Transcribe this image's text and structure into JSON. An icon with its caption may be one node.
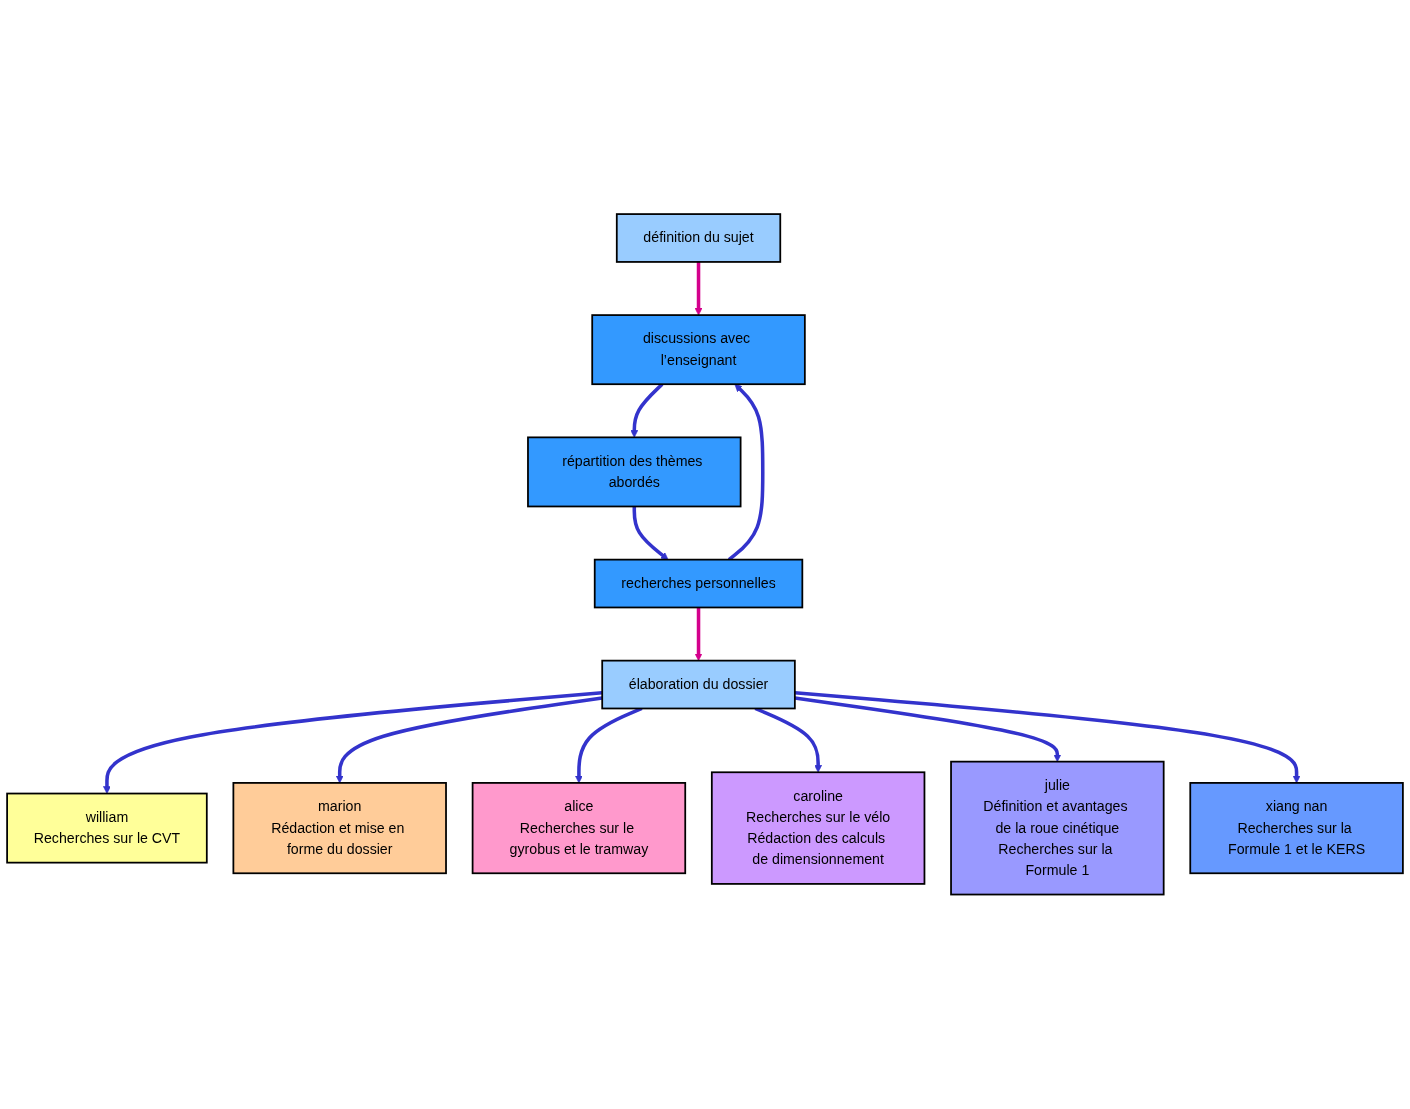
{
  "diagram": {
    "nodes": [
      {
        "text": [
          "définition du sujet"
        ]
      },
      {
        "text": [
          "discussions avec l’enseignant"
        ]
      },
      {
        "text": [
          "recherches personnelles"
        ]
      },
      {
        "text": [
          "répartition des thèmes abordés"
        ]
      },
      {
        "text": [
          "élaboration du dossier"
        ]
      },
      {
        "text": [
          "william",
          "Recherches sur le CVT"
        ]
      },
      {
        "text": [
          "marion",
          "Rédaction et mise en forme du dossier"
        ]
      },
      {
        "text": [
          "alice",
          "Recherches sur le gyrobus et le tramway"
        ]
      },
      {
        "text": [
          "caroline",
          "Recherches sur le vélo",
          "Rédaction des calculs de dimensionnement"
        ]
      },
      {
        "text": [
          "julie",
          "Définition et avantages de la roue cinétique",
          "Recherches sur la Formule 1"
        ]
      },
      {
        "text": [
          "xiang nan",
          "Recherches sur la Formule 1 et le KERS"
        ]
      }
    ],
    "edges": [
      {
        "from": 0,
        "to": 1,
        "arrow": "to",
        "color": "#d4008c"
      },
      {
        "from": 1,
        "to": 3,
        "arrow": "to"
      },
      {
        "from": 3,
        "to": 2,
        "arrow": "to"
      },
      {
        "from": 2,
        "to": 1,
        "arrow": "to"
      },
      {
        "from": 2,
        "to": 4,
        "arrow": "to",
        "color": "#d4008c"
      },
      {
        "from": 4,
        "to": 5,
        "arrow": "to"
      },
      {
        "from": 4,
        "to": 6,
        "arrow": "to"
      },
      {
        "from": 4,
        "to": 7,
        "arrow": "to"
      },
      {
        "from": 4,
        "to": 8,
        "arrow": "to"
      },
      {
        "from": 4,
        "to": 9,
        "arrow": "to"
      },
      {
        "from": 4,
        "to": 10,
        "arrow": "to"
      }
    ]
  }
}
